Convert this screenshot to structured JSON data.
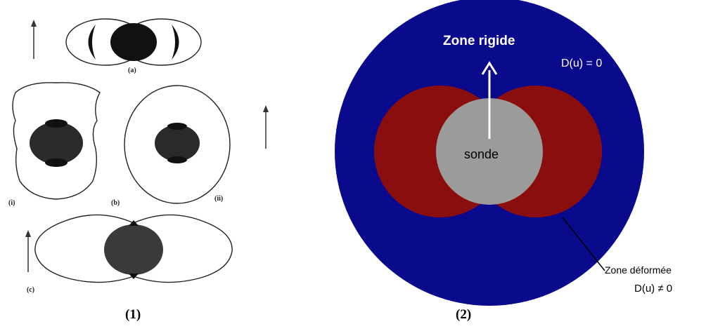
{
  "left_figure": {
    "label_a": "(a)",
    "label_b": "(b)",
    "label_i": "(i)",
    "label_ii": "(ii)",
    "label_c": "(c)"
  },
  "right_figure": {
    "title": "Zone rigide",
    "rigid_value": "D(u) = 0",
    "probe": "sonde",
    "deformed_title": "Zone déformée",
    "deformed_value": "D(u) ≠ 0",
    "colors": {
      "rigid": "#0a0a8c",
      "deformed": "#8b0e0e",
      "probe": "#9b9b9b"
    }
  },
  "captions": {
    "left": "(1)",
    "right": "(2)"
  }
}
